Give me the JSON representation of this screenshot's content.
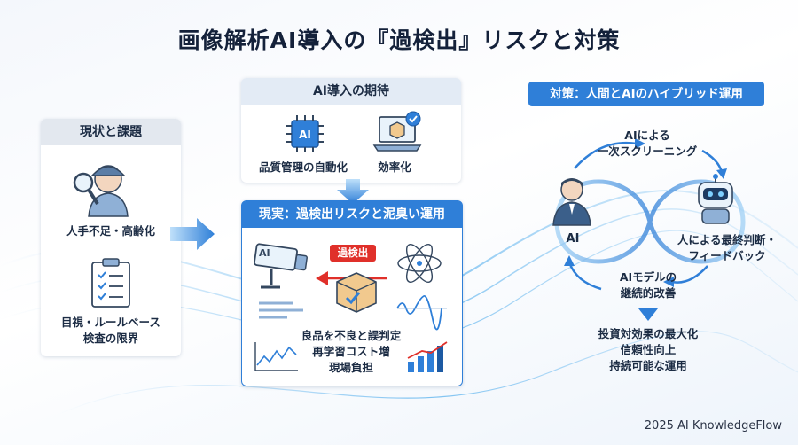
{
  "title": "画像解析AI導入の『過検出』リスクと対策",
  "status_quo": {
    "header": "現状と課題",
    "items": [
      "人手不足・高齢化",
      "目視・ルールベース",
      "検査の限界"
    ]
  },
  "expectation": {
    "header": "AI導入の期待",
    "chip_label": "AI",
    "items": [
      "品質管理の自動化",
      "効率化"
    ]
  },
  "reality": {
    "header": "現実：過検出リスクと泥臭い運用",
    "badge": "過検出",
    "lines": [
      "良品を不良と誤判定",
      "再学習コスト増",
      "現場負担"
    ]
  },
  "countermeasure": {
    "header": "対策：人間とAIのハイブリッド運用",
    "ai_label": "AI",
    "steps": [
      "AIによる",
      "一次スクリーニング",
      "人による最終判断・",
      "フィードバック",
      "AIモデルの",
      "継続的改善"
    ],
    "results": [
      "投資対効果の最大化",
      "信頼性向上",
      "持続可能な運用"
    ]
  },
  "footer": "2025 AI KnowledgeFlow",
  "colors": {
    "accent": "#2f7fd8",
    "header_bg": "#e3ebf5",
    "alert": "#e0302a"
  }
}
